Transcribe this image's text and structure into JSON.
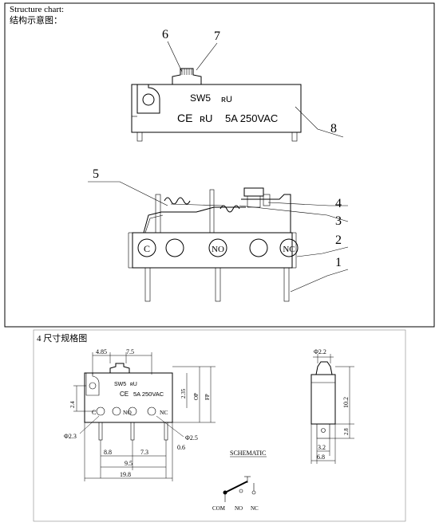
{
  "header": {
    "title_en": "Structure chart:",
    "title_cn": "结构示意图："
  },
  "structure": {
    "callouts": {
      "n1": "1",
      "n2": "2",
      "n3": "3",
      "n4": "4",
      "n5": "5",
      "n6": "6",
      "n7": "7",
      "n8": "8"
    },
    "top_view": {
      "model": "SW5",
      "rating": "5A 250VAC",
      "ce_mark": "CE",
      "ur_mark": "ʀU"
    },
    "terminals": {
      "c": "C",
      "no": "NO",
      "nc": "NC"
    }
  },
  "dimensions": {
    "section_title": "4 尺寸规格图",
    "front_view": {
      "model": "SW5",
      "rating": "5A 250VAC",
      "ce_mark": "CE",
      "ur_mark": "ʀU",
      "label_c": "C",
      "label_no": "NO",
      "label_nc": "NC",
      "d_4_85": "4.85",
      "d_7_5": "7.5",
      "d_2_4": "2.4",
      "d_2_35": "2.35",
      "d_op": "OP",
      "d_fp": "FP",
      "d_phi_2_3": "Φ2.3",
      "d_phi_2_5": "Φ2.5",
      "d_8_8": "8.8",
      "d_7_3": "7.3",
      "d_0_6": "0.6",
      "d_9_5": "9.5",
      "d_19_8": "19.8"
    },
    "side_view": {
      "d_phi_2_2": "Φ2.2",
      "d_10_2": "10.2",
      "d_2_8": "2.8",
      "d_3_2": "3.2",
      "d_6_8": "6.8"
    },
    "schematic": {
      "title": "SCHEMATIC",
      "com": "COM",
      "no": "NO",
      "nc": "NC"
    }
  }
}
